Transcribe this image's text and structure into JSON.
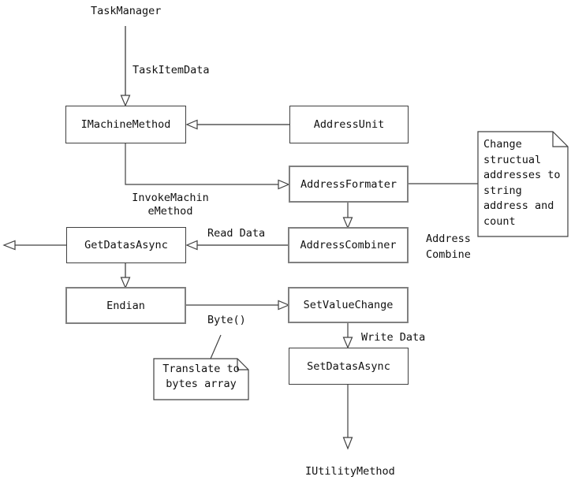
{
  "nodes": {
    "task_manager": "TaskManager",
    "imachine_method": "IMachineMethod",
    "address_unit": "AddressUnit",
    "address_formater": "AddressFormater",
    "get_datas_async": "GetDatasAsync",
    "address_combiner": "AddressCombiner",
    "endian": "Endian",
    "set_value_change": "SetValueChange",
    "set_datas_async": "SetDatasAsync",
    "iutility_method": "IUtilityMethod"
  },
  "edge_labels": {
    "task_item_data": "TaskItemData",
    "invoke_machine_method": "InvokeMachin\neMethod",
    "read_data": "Read Data",
    "address_combine": "Address\nCombine",
    "byte": "Byte()",
    "write_data": "Write Data"
  },
  "notes": {
    "change_structual": "Change\nstructual\naddresses to\nstring\naddress and\ncount",
    "translate_bytes": "Translate to\nbytes array"
  },
  "colors": {
    "background": "#ffffff",
    "line": "#404040",
    "line_thick": "#808080",
    "text": "#111111"
  }
}
